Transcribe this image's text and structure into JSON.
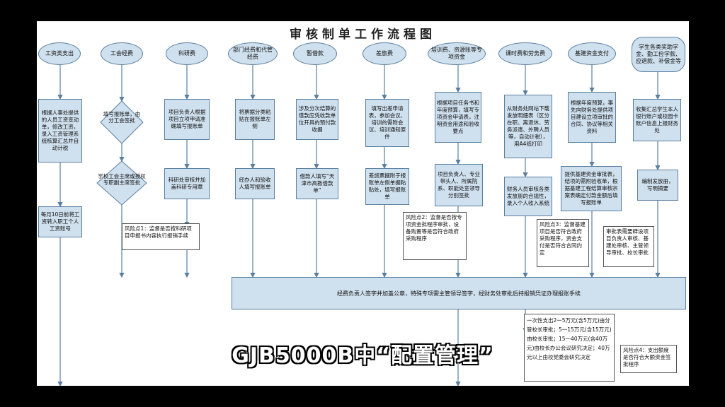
{
  "title": "审核制单工作流程图",
  "caption": "GJB5000B中“配置管理”",
  "columns": [
    {
      "head": "工资类支出",
      "step1": "根据人事处提供的人员工资变动单，修改工资，录入工资管理系统核算汇总并自动计税",
      "step2": "每月10日前将工资转入职工个人工资账号"
    },
    {
      "head": "工会经费",
      "d1": "填写报账单，由分工会签批",
      "d2": "学校工会主席或授权专职副主席签批"
    },
    {
      "head": "科研费",
      "step1": "项目负责人根据项目立项申请准确填写报账单",
      "step2": "科研处审核并加盖科研专用章"
    },
    {
      "head": "部门经费和代管经费",
      "step1": "将票据分类粘贴在报账单左侧",
      "step2": "经办人和验收人填写报账单"
    },
    {
      "head": "暂借款",
      "step1": "涉及分次结算的借款应凭收款单位开具的预付款收据",
      "step2": "借款人填写“天津市高教借款单”"
    },
    {
      "head": "差旅费",
      "step1": "填写出差申请表，参加会议、培训的需附会议、培训通知原件",
      "step2": "差旅票据附于报账单左侧单据粘贴处，填写报账单"
    },
    {
      "head": "培训费、资源账等专项资金",
      "step1": "根据项目任务书和年度预算，填写专项资金申请表，注明资金用途和验收要点",
      "step2": "项目负责人、专业带头人、所属院系、职能处室领导分别签批"
    },
    {
      "head": "课时费和劳务费",
      "step1": "从财务处网站下载发放明细表（区分在职、离退休、劳务派遣、外聘人员等，自动计税），用A4纸打印",
      "step2": "财务人员审核各类发放册的合规性，录入个人收入系统"
    },
    {
      "head": "基建资金支付",
      "step1": "根据年度预算，事先向财务处提供项目建设立项审批的合同、协议等相关资料",
      "step2": "提供基建资金审批表，结项的需附验收单，根据基建工程结算审核宗案表确定付款金额后填写报账单"
    },
    {
      "head": "学生各类奖助学金、勤工俭学款、应退款、补偿金等",
      "step1": "收集汇总学生本人银行账户或校园卡账户信息上报财务处",
      "step2": "编制发放册，写明摘要"
    }
  ],
  "risks": {
    "r1": "风险点1：监督是否按科研项目申报书内容执行报销手续",
    "r2": "风险点2：监督是否按专项资金批程序审批，设备购置等是否符合政府采购程序",
    "r3": "风险点3：监督基建项目是否符合政府采购程序，资金支付是否符合合同约定",
    "r3b": "审批表需要肆设项目负责人审核、基建处审核、主管领导审批、校长审批",
    "r4": "风险点4：支出额度是否符合大额资金签批程序"
  },
  "band": "经费负责人签字并加盖公章，特殊专项需主管领导签字，经财务处审批后持报销凭证办理报账手续",
  "approval_note": "一次性支出2一5万元(含5万元)由分管校长审批；5一15万元(含15万元)由校长审批；15一40万元(含40万元)由校长办公会议研究决定；40万元以上由校党委会研究决定"
}
